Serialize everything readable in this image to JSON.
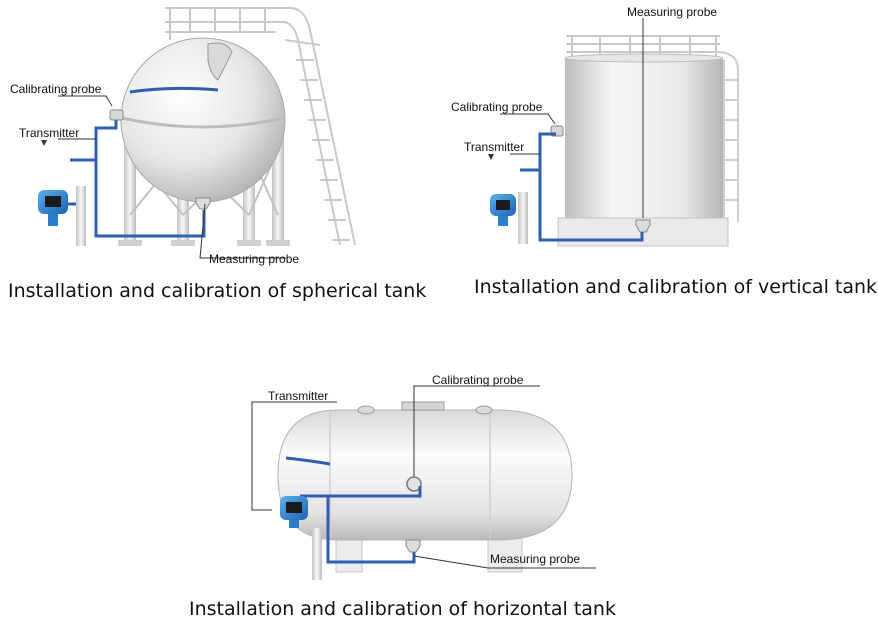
{
  "colors": {
    "pipe": "#2f5fae",
    "transmitter": "#2a7fcf",
    "tank_light": "#f4f4f4",
    "tank_shadow": "#b8b8b8"
  },
  "spherical": {
    "caption": "Installation and calibration of spherical tank",
    "labels": {
      "calibrating_probe": "Calibrating probe",
      "transmitter": "Transmitter",
      "measuring_probe": "Measuring probe"
    }
  },
  "vertical": {
    "caption": "Installation and calibration of vertical tank",
    "labels": {
      "measuring_probe": "Measuring probe",
      "calibrating_probe": "Calibrating probe",
      "transmitter": "Transmitter"
    }
  },
  "horizontal": {
    "caption": "Installation and calibration of horizontal tank",
    "labels": {
      "transmitter": "Transmitter",
      "calibrating_probe": "Calibrating probe",
      "measuring_probe": "Measuring probe"
    }
  }
}
